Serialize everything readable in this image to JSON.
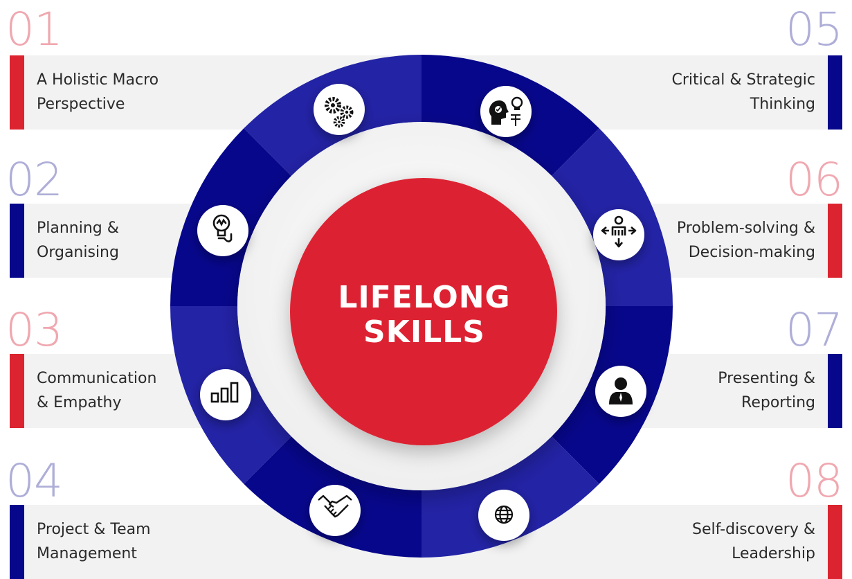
{
  "title": {
    "line1": "LIFELONG",
    "line2": "SKILLS"
  },
  "colors": {
    "red": "#dc2430",
    "blue": "#07078c",
    "blue_light": "#2323a6",
    "panel": "#f2f2f2"
  },
  "skills": [
    {
      "number": "01",
      "line1": "A Holistic Macro",
      "line2": "Perspective",
      "icon": "gears-icon"
    },
    {
      "number": "02",
      "line1": "Planning &",
      "line2": "Organising",
      "icon": "lightbulb-icon"
    },
    {
      "number": "03",
      "line1": "Communication",
      "line2": "& Empathy",
      "icon": "bar-chart-icon"
    },
    {
      "number": "04",
      "line1": "Project & Team",
      "line2": "Management",
      "icon": "handshake-icon"
    },
    {
      "number": "05",
      "line1": "Critical & Strategic",
      "line2": "Thinking",
      "icon": "head-idea-icon"
    },
    {
      "number": "06",
      "line1": "Problem-solving &",
      "line2": "Decision-making",
      "icon": "decision-arrows-icon"
    },
    {
      "number": "07",
      "line1": "Presenting &",
      "line2": "Reporting",
      "icon": "presenter-icon"
    },
    {
      "number": "08",
      "line1": "Self-discovery &",
      "line2": "Leadership",
      "icon": "globe-icon"
    }
  ]
}
